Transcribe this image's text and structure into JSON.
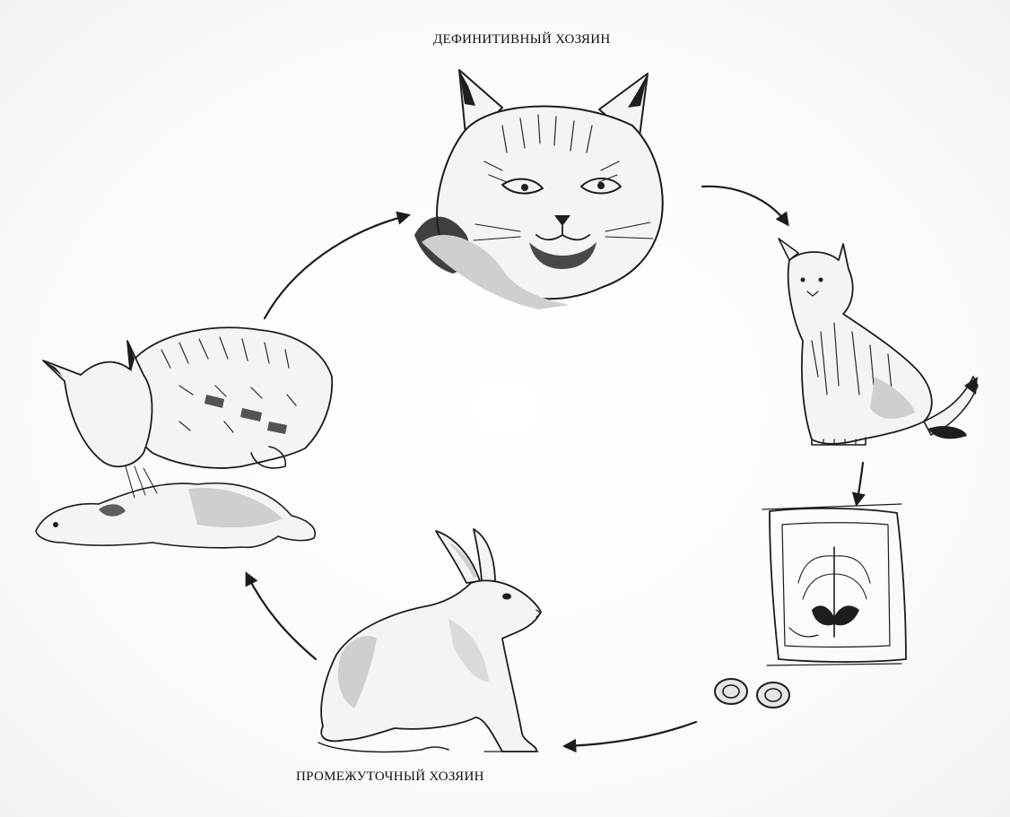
{
  "labels": {
    "definitive_host": "ДЕФИНИТИВНЫЙ ХОЗЯИН",
    "intermediate_host": "ПРОМЕЖУТОЧНЫЙ ХОЗЯИН"
  },
  "stages": [
    {
      "name": "lynx-head",
      "icon": "lynx-head-icon"
    },
    {
      "name": "lynx-sitting",
      "icon": "lynx-sitting-icon"
    },
    {
      "name": "tapeworm-segment",
      "icon": "tapeworm-proglottid-icon"
    },
    {
      "name": "eggs",
      "icon": "egg-icon"
    },
    {
      "name": "hare",
      "icon": "hare-icon"
    },
    {
      "name": "lynx-eating-hare",
      "icon": "lynx-eating-hare-icon"
    }
  ],
  "colors": {
    "ink": "#1c1c1c",
    "paper": "#ffffff",
    "shade": "#cfcfcf"
  }
}
